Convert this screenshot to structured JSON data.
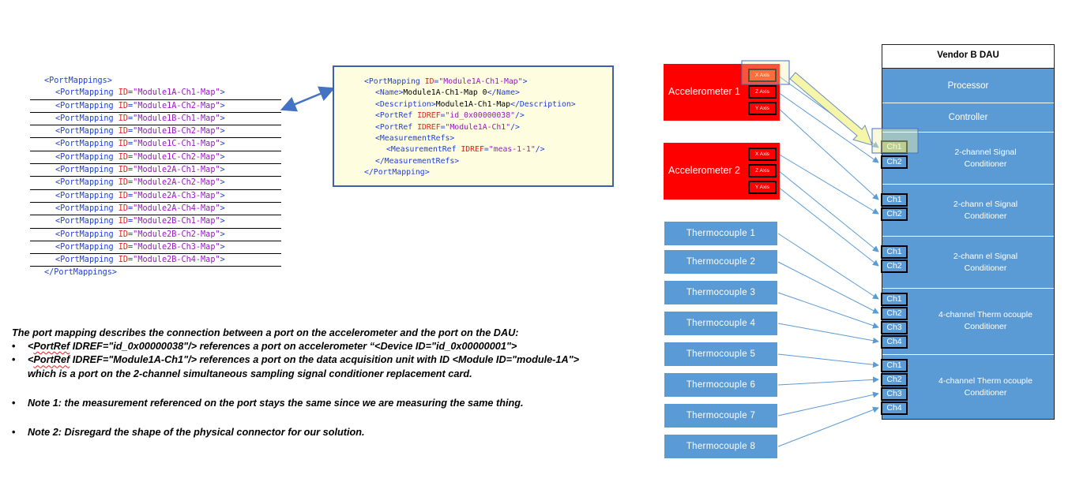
{
  "xml_list": {
    "open_tag": "PortMappings",
    "close_tag": "/PortMappings",
    "element": "PortMapping",
    "attr": "ID",
    "ids": [
      "Module1A-Ch1-Map",
      "Module1A-Ch2-Map",
      "Module1B-Ch1-Map",
      "Module1B-Ch2-Map",
      "Module1C-Ch1-Map",
      "Module1C-Ch2-Map",
      "Module2A-Ch1-Map",
      "Module2A-Ch2-Map",
      "Module2A-Ch3-Map",
      "Module2A-Ch4-Map",
      "Module2B-Ch1-Map",
      "Module2B-Ch2-Map",
      "Module2B-Ch3-Map",
      "Module2B-Ch4-Map"
    ]
  },
  "xml_box": {
    "l1_tag": "PortMapping",
    "l1_attr": "ID",
    "l1_val": "\"Module1A-Ch1-Map\"",
    "l2_tag": "Name",
    "l2_text": "Module1A-Ch1-Map 0",
    "l2_close": "/Name",
    "l3_tag": "Description",
    "l3_text": "Module1A-Ch1-Map",
    "l3_close": "/Description",
    "l4_tag": "PortRef",
    "l4_attr": "IDREF",
    "l4_val": "\"id_0x00000038\"",
    "l5_tag": "PortRef",
    "l5_attr": "IDREF",
    "l5_val": "\"Module1A-Ch1\"",
    "l6_tag": "MeasurementRefs",
    "l7_tag": "MeasurementRef",
    "l7_attr": "IDREF",
    "l7_val": "\"meas-1-1\"",
    "l8_tag": "/MeasurementRefs",
    "l9_tag": "/PortMapping"
  },
  "notes": {
    "intro": "The port mapping describes the connection between a port on the accelerometer and the port on the DAU:",
    "b1_pre": "<",
    "b1_word": "PortRef",
    "b1_rest": " IDREF=\"id_0x00000038\"/>  references a port on accelerometer “<Device ID=\"id_0x00000001\">",
    "b2_pre": "<",
    "b2_word": "PortRef",
    "b2_rest": " IDREF=\"Module1A-Ch1\"/>  references a port on the data acquisition unit with ID <Module ID=\"module-1A\">",
    "b2_line2": "which is a port on the 2-channel simultaneous sampling signal conditioner replacement card.",
    "note1": "Note 1: the measurement referenced on the port stays the same since we are measuring the same thing.",
    "note2": "Note 2: Disregard the shape of the physical connector for our solution."
  },
  "accelerometers": [
    {
      "label": "Accelerometer 1",
      "axes": [
        "X Axis",
        "Z Axis",
        "Y Axis"
      ]
    },
    {
      "label": "Accelerometer 2",
      "axes": [
        "X Axis",
        "Z Axis",
        "Y Axis"
      ]
    }
  ],
  "thermocouples": [
    "Thermocouple  1",
    "Thermocouple  2",
    "Thermocouple  3",
    "Thermocouple  4",
    "Thermocouple  5",
    "Thermocouple  6",
    "Thermocouple  7",
    "Thermocouple  8"
  ],
  "dau": {
    "title": "Vendor B DAU",
    "processor": "Processor",
    "controller": "Controller",
    "sc_line1": "2-chann el Signal",
    "sc_line1_first": "2-channel Signal",
    "sc_line2": "Conditioner",
    "tc_line1": "4-channel Therm ocouple",
    "tc_line2": "Conditioner",
    "channels": [
      "Ch1",
      "Ch2",
      "Ch3",
      "Ch4"
    ]
  },
  "colors": {
    "red": "#ff0000",
    "blue": "#5b9bd5",
    "xml_tag": "#1e40d6",
    "xml_attr": "#e0241b",
    "xml_value": "#9a15c9",
    "highlight_fill": "#f0f0b0",
    "arrow": "#4472c4"
  }
}
